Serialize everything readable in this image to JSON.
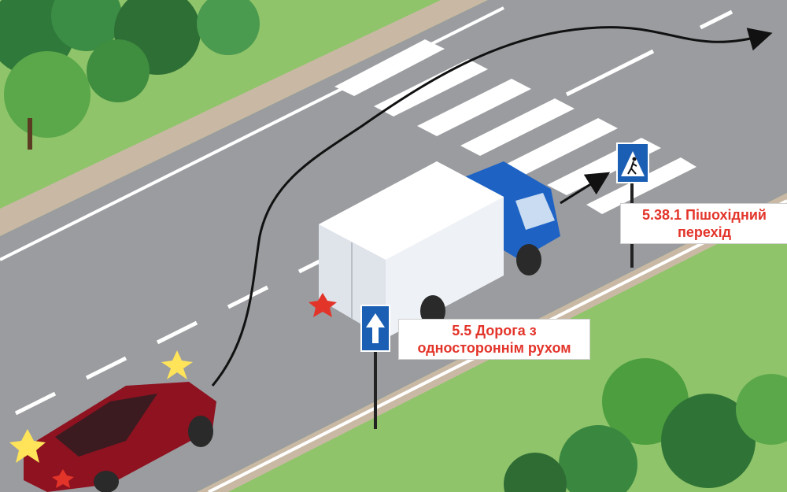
{
  "scene": {
    "colors": {
      "grass": "#8fc46a",
      "asphalt": "#9a9c9f",
      "lane_marking": "#ffffff",
      "truck_cab": "#1e63c4",
      "truck_box": "#eef1f5",
      "car": "#8e1220",
      "sign_blue": "#1a5fb4",
      "caption_text": "#e3342a",
      "path_line": "#111111"
    },
    "icons": {
      "one_way_sign": "arrow-up-icon",
      "crossing_sign": "pedestrian-icon",
      "hazard_lights": "flash-burst-icon"
    }
  },
  "labels": {
    "crossing_sign": {
      "line1": "5.38.1 Пішохідний",
      "line2": "перехід"
    },
    "one_way_sign": {
      "line1": "5.5 Дорога з",
      "line2": "одностороннім рухом"
    }
  }
}
